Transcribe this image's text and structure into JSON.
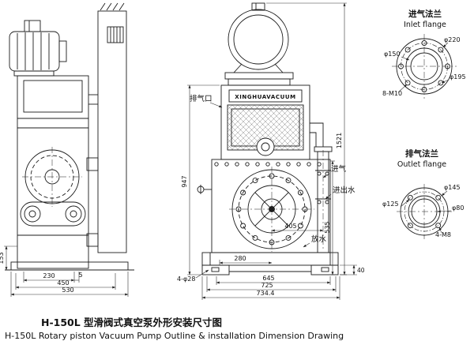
{
  "title_block": {
    "line1_cn": "H-150L 型滑阀式真空泵外形安装尺寸图",
    "line2_en": "H-150L Rotary piston Vacuum Pump Outline & installation Dimension Drawing"
  },
  "front_view": {
    "nameplate": "XINGHUAVACUUM",
    "labels": {
      "exhaust_port": "排气口",
      "gas_inlet": "进气",
      "water_in_out": "进出水",
      "drain_water": "放水"
    },
    "dims": {
      "total_height": "1521",
      "body_height": "947",
      "pipe_center_offset": "405",
      "pipe_height": "535",
      "bolt_to_center": "280",
      "base_width_645": "645",
      "base_width_725": "725",
      "base_width_total": "734.4",
      "foot_height": "40",
      "anchor_holes": "4-φ28"
    }
  },
  "side_view": {
    "dims": {
      "height_153": "153",
      "width_230": "230",
      "width_5": "5",
      "width_450": "450",
      "width_530": "530"
    }
  },
  "inlet_flange": {
    "title_cn": "进气法兰",
    "title_en": "Inlet flange",
    "dims": {
      "outer_dia": "φ220",
      "bore_dia": "φ150",
      "bolt_circle_dia": "φ195",
      "bolt_spec": "8-M10"
    }
  },
  "outlet_flange": {
    "title_cn": "排气法兰",
    "title_en": "Outlet flange",
    "dims": {
      "outer_dia": "φ145",
      "bolt_circle_dia": "φ125",
      "bore_dia": "φ80",
      "bolt_spec": "4-M8"
    }
  }
}
